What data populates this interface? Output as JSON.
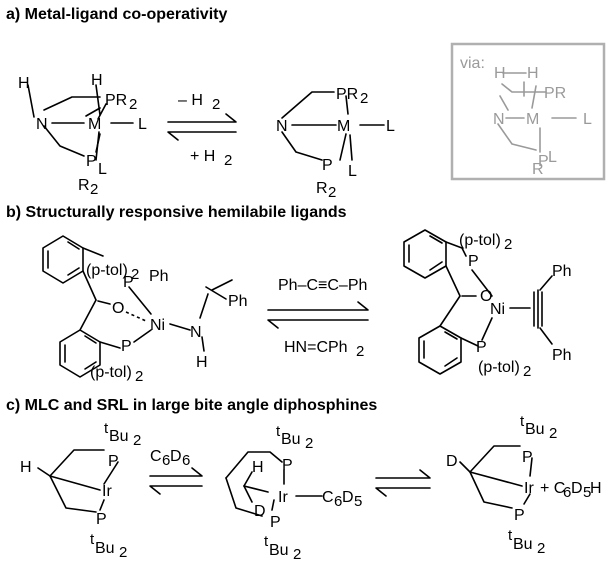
{
  "headings": {
    "a": "a) Metal-ligand co-operativity",
    "b": "b) Structurally responsive hemilabile ligands",
    "c": "c) MLC and SRL in large bite angle diphosphines"
  },
  "atoms": {
    "N": "N",
    "M": "M",
    "L": "L",
    "H": "H",
    "P": "P",
    "PR": "PR",
    "R": "R",
    "sub2": "2",
    "Ni": "Ni",
    "O": "O",
    "Ph": "Ph",
    "ptol": "(p-tol)",
    "Ir": "Ir",
    "t": "t",
    "Bu": "Bu",
    "D": "D"
  },
  "labels": {
    "minus_h2": "– H",
    "plus_h2": "+ H",
    "alkyne": "Ph–C≡C–Ph",
    "imine": "HN=CPh",
    "c6d6": "C",
    "c6d5": "–C",
    "c6d5h": "+ C",
    "c": "C",
    "d": "D",
    "h": "H",
    "n6": "6",
    "n5": "5",
    "via": "via:"
  }
}
